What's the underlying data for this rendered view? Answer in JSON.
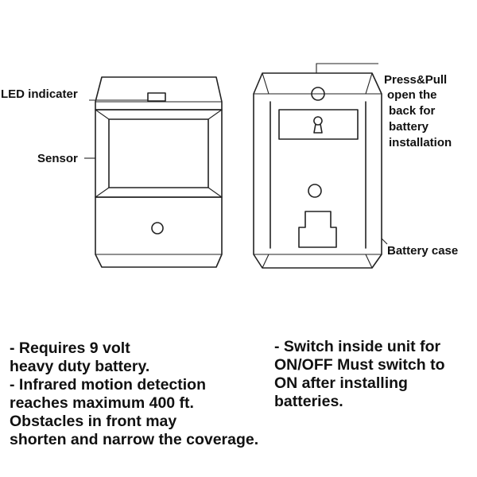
{
  "labels": {
    "led": "LED indicater",
    "sensor": "Sensor",
    "press_pull": [
      "Press&Pull",
      "open the",
      "back for",
      "battery",
      "installation"
    ],
    "battery_case": "Battery case"
  },
  "notes": {
    "left": [
      "- Requires 9 volt\nheavy duty battery.",
      "- Infrared motion detection\nreaches maximum 400 ft.\nObstacles in front may\nshorten and narrow the coverage."
    ],
    "right": [
      "- Switch inside unit for\nON/OFF Must switch to\nON after installing\nbatteries."
    ]
  }
}
